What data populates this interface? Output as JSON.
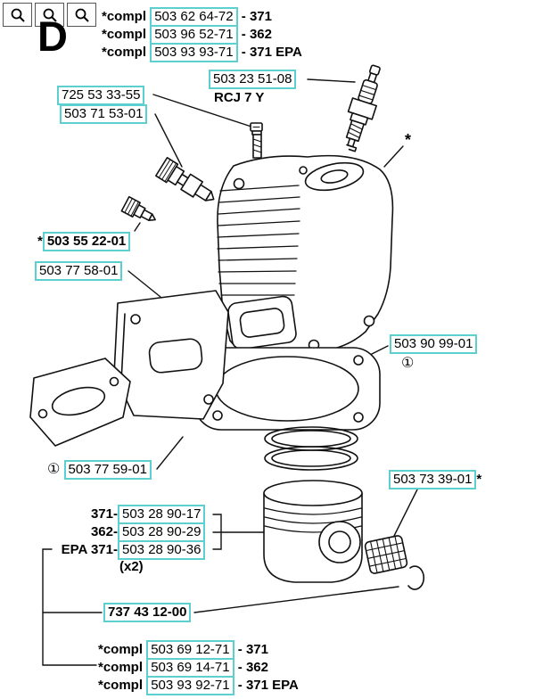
{
  "toolbar": {
    "buttons": [
      {
        "icon": "magnifier"
      },
      {
        "icon": "magnifier"
      },
      {
        "icon": "magnifier"
      }
    ]
  },
  "section": {
    "letter": "D"
  },
  "colors": {
    "part_link_box": "#5ecfcf",
    "line_art": "#111111"
  },
  "top_assemblies": [
    {
      "prefix": "*compl",
      "part": "503 62 64-72",
      "model": "- 371"
    },
    {
      "prefix": "*compl",
      "part": "503 96 52-71",
      "model": "- 362"
    },
    {
      "prefix": "*compl",
      "part": "503 93 93-71",
      "model": "- 371 EPA"
    }
  ],
  "bottom_assemblies": [
    {
      "prefix": "*compl",
      "part": "503 69 12-71",
      "model": "- 371"
    },
    {
      "prefix": "*compl",
      "part": "503 69 14-71",
      "model": "- 362"
    },
    {
      "prefix": "*compl",
      "part": "503 93 92-71",
      "model": "- 371 EPA"
    }
  ],
  "parts": {
    "spark_plug": {
      "number": "503 23 51-08",
      "type": "RCJ 7 Y"
    },
    "screw": {
      "number": "725 53 33-55"
    },
    "decomp_valve": {
      "number": "503 71 53-01"
    },
    "impulse_plug": {
      "star": "*",
      "number": "503 55 22-01"
    },
    "cooling_plate": {
      "number": "503 77 58-01"
    },
    "cylinder_gasket": {
      "number": "503 90 99-01",
      "qty": "①"
    },
    "exhaust_gasket": {
      "qty": "①",
      "number": "503 77 59-01"
    },
    "piston_ring_rows": [
      {
        "model": "371-",
        "number": "503 28 90-17"
      },
      {
        "model": "362-",
        "number": "503 28 90-29"
      },
      {
        "model": "EPA 371-",
        "number": "503 28 90-36"
      }
    ],
    "ring_qty": "(x2)",
    "bearing": {
      "number": "503 73 39-01",
      "star": "*"
    },
    "piston_pin": {
      "number": "737 43 12-00"
    },
    "cylinder_marker": "*"
  }
}
